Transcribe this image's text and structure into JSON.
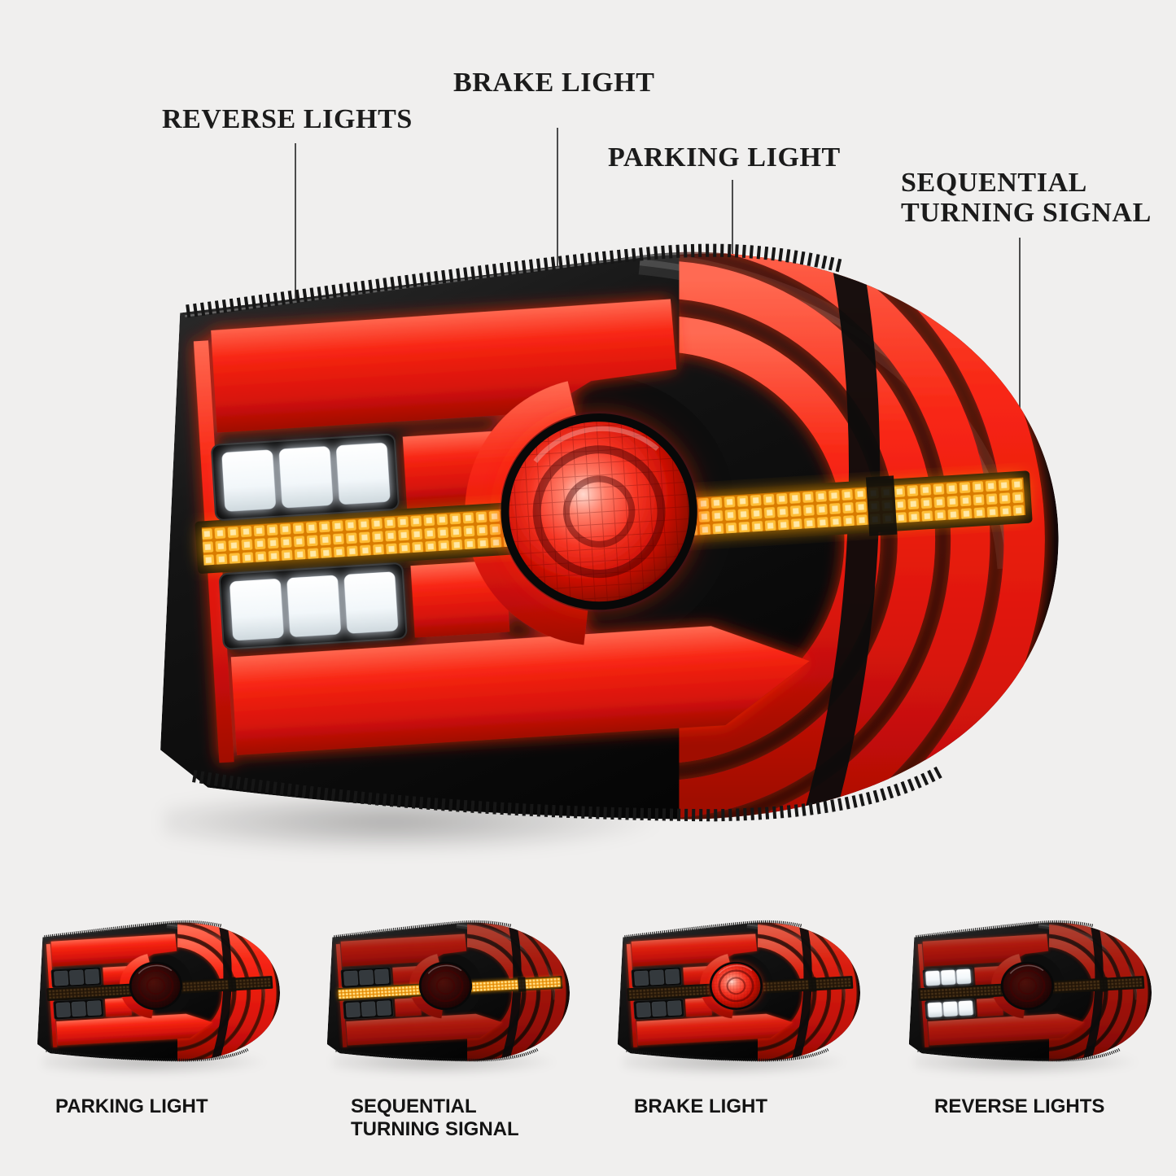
{
  "background": "#f0efee",
  "callouts": {
    "reverse": "REVERSE LIGHTS",
    "brake": "BRAKE LIGHT",
    "parking": "PARKING LIGHT",
    "sequential_line1": "SEQUENTIAL",
    "sequential_line2": "TURNING SIGNAL"
  },
  "thumbnails": [
    {
      "mode": "parking",
      "label_lines": [
        "PARKING LIGHT"
      ]
    },
    {
      "mode": "turn",
      "label_lines": [
        "SEQUENTIAL",
        "TURNING SIGNAL"
      ]
    },
    {
      "mode": "brake",
      "label_lines": [
        "BRAKE LIGHT"
      ]
    },
    {
      "mode": "reverse",
      "label_lines": [
        "REVERSE LIGHTS"
      ]
    }
  ],
  "colors": {
    "red_led": "#e3150b",
    "amber_led": "#ffbe35",
    "white_led": "#ffffff",
    "housing": "#101010",
    "label_text": "#1b1b1b",
    "leader_line": "#4c4c4c"
  }
}
